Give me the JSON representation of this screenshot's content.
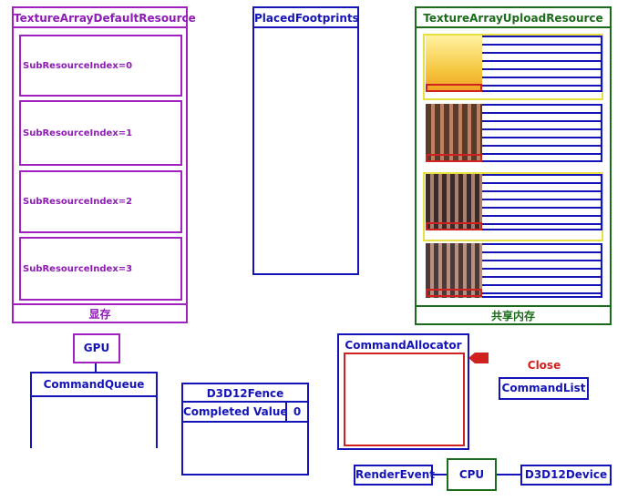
{
  "default_resource": {
    "title": "TextureArrayDefaultResource",
    "footer": "显存",
    "subresources": [
      "SubResourceIndex=0",
      "SubResourceIndex=1",
      "SubResourceIndex=2",
      "SubResourceIndex=3"
    ]
  },
  "placed_footprints": {
    "title": "PlacedFootprints"
  },
  "upload_resource": {
    "title": "TextureArrayUploadResource",
    "footer": "共享内存"
  },
  "gpu": {
    "label": "GPU"
  },
  "command_queue": {
    "label": "CommandQueue"
  },
  "fence": {
    "title": "D3D12Fence",
    "completed_label": "Completed Value",
    "completed_value": "0"
  },
  "command_allocator": {
    "label": "CommandAllocator"
  },
  "close": {
    "label": "Close"
  },
  "command_list": {
    "label": "CommandList"
  },
  "render_event": {
    "label": "RenderEvent"
  },
  "cpu": {
    "label": "CPU"
  },
  "device": {
    "label": "D3D12Device"
  },
  "colors": {
    "purple": "#a020c0",
    "blue": "#1414b8",
    "green": "#1b6b1b",
    "red": "#d02020",
    "yellow": "#e8e040"
  }
}
